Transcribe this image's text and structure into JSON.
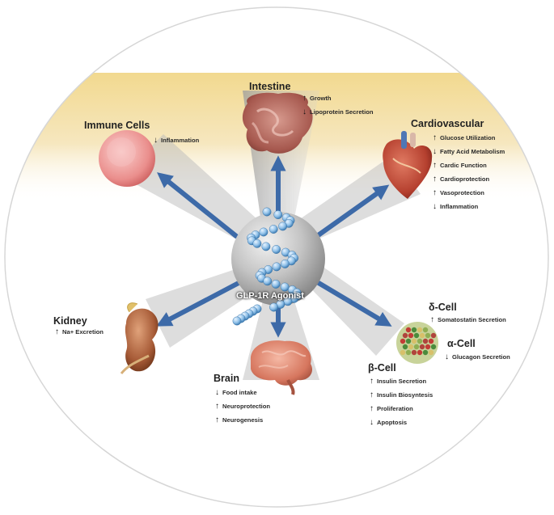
{
  "center": {
    "label": "GLP-1R Agonist"
  },
  "targets": {
    "intestine": {
      "title": "Intestine",
      "effects": [
        {
          "dir": "up",
          "text": "Growth"
        },
        {
          "dir": "down",
          "text": "Lipoprotein Secretion"
        }
      ]
    },
    "immune": {
      "title": "Immune Cells",
      "effects": [
        {
          "dir": "down",
          "text": "Inflammation"
        }
      ]
    },
    "cardio": {
      "title": "Cardiovascular",
      "effects": [
        {
          "dir": "up",
          "text": "Glucose Utilization"
        },
        {
          "dir": "down",
          "text": "Fatty Acid Metabolism"
        },
        {
          "dir": "up",
          "text": "Cardic Function"
        },
        {
          "dir": "up",
          "text": "Cardioprotection"
        },
        {
          "dir": "up",
          "text": "Vasoprotection"
        },
        {
          "dir": "down",
          "text": "Inflammation"
        }
      ]
    },
    "kidney": {
      "title": "Kidney",
      "effects": [
        {
          "dir": "up",
          "text": "Na+ Excretion"
        }
      ]
    },
    "brain": {
      "title": "Brain",
      "effects": [
        {
          "dir": "down",
          "text": "Food intake"
        },
        {
          "dir": "up",
          "text": "Neuroprotection"
        },
        {
          "dir": "up",
          "text": "Neurogenesis"
        }
      ]
    },
    "delta": {
      "title": "δ-Cell",
      "effects": [
        {
          "dir": "up",
          "text": "Somatostatin Secretion"
        }
      ]
    },
    "alpha": {
      "title": "α-Cell",
      "effects": [
        {
          "dir": "down",
          "text": "Glucagon Secretion"
        }
      ]
    },
    "beta": {
      "title": "β-Cell",
      "effects": [
        {
          "dir": "up",
          "text": "Insulin Secretion"
        },
        {
          "dir": "up",
          "text": "Insulin Biosyntesis"
        },
        {
          "dir": "up",
          "text": "Proliferation"
        },
        {
          "dir": "down",
          "text": "Apoptosis"
        }
      ]
    }
  },
  "colors": {
    "arrow": "#3d6aa8",
    "beam": "#b8b8b8",
    "sphere": "#9a9a9a",
    "peptide": "#7fb4dc",
    "band": "#f4e3b6"
  }
}
